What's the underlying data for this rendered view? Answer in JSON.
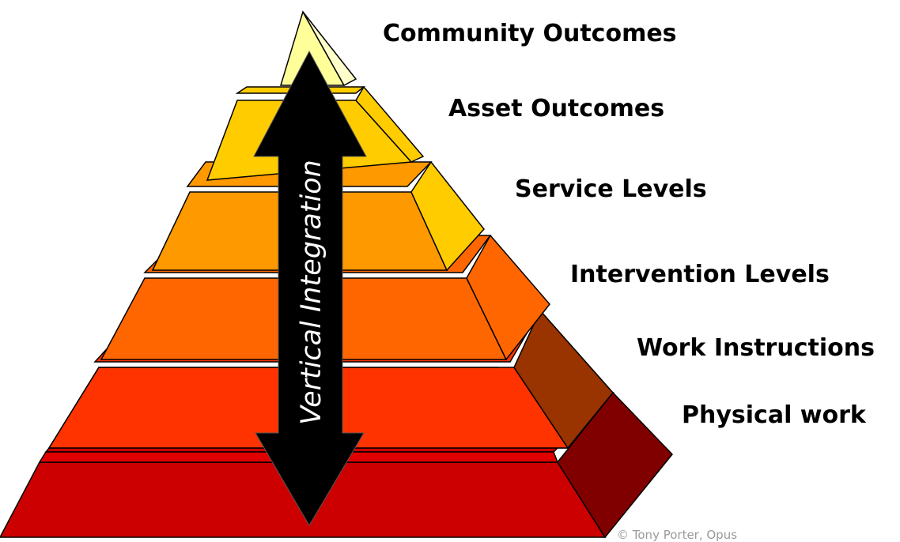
{
  "levels": [
    {
      "label": "Community Outcomes"
    },
    {
      "label": "Asset Outcomes"
    },
    {
      "label": "Service Levels"
    },
    {
      "label": "Intervention Levels"
    },
    {
      "label": "Work Instructions"
    },
    {
      "label": "Physical work"
    }
  ],
  "arrow": {
    "label": "Vertical Integration"
  },
  "footer": {
    "copyright": "© Tony Porter, Opus"
  },
  "colors": {
    "tier1": "#ffff99",
    "tier2": "#ffcc00",
    "tier3": "#ff9900",
    "tier4": "#ff6600",
    "tier5": "#ff3300",
    "tier6": "#cc0000",
    "arrow": "#000000"
  }
}
